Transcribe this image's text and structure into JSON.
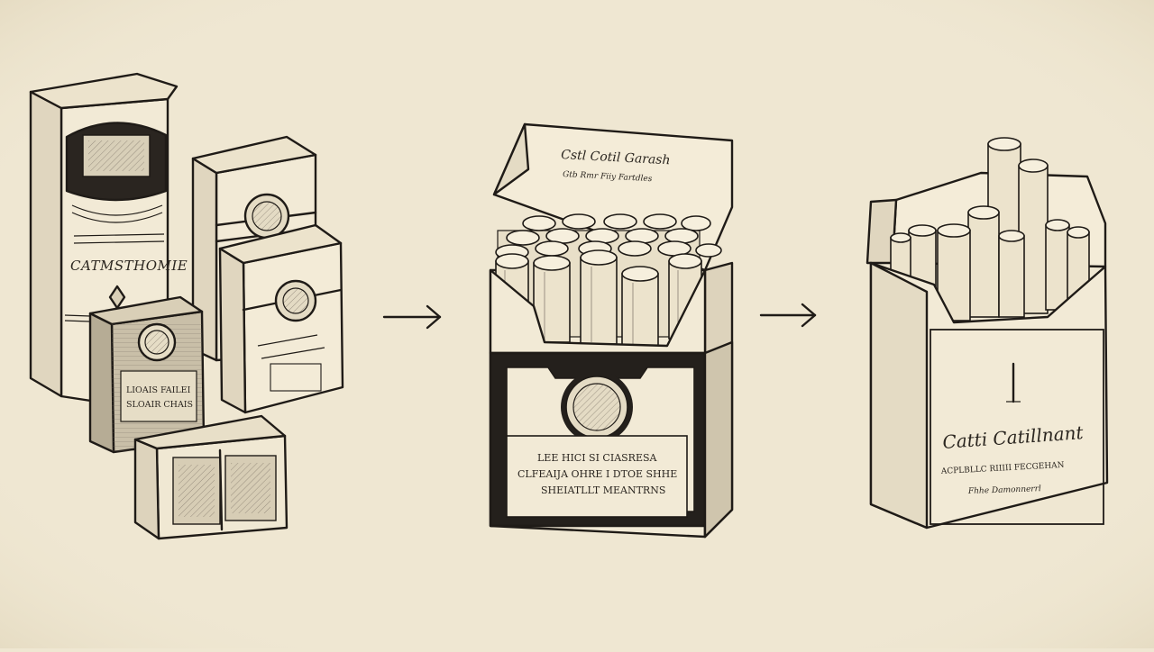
{
  "scene": {
    "background_color": "#efe7d2",
    "ink_color": "#1f1b17",
    "paper_color": "#f4ecd8",
    "shade_color": "#d9cfb7",
    "dark_band_color": "#24201c",
    "arrow_icon": "right-arrow"
  },
  "packs": {
    "stack_a": {
      "brand": "CATMSTHOMIE"
    },
    "stack_c": {
      "line1": "LIOAIS FAILEI",
      "line2": "SLOAIR CHAIS"
    },
    "middle": {
      "lid_line1": "Cstl Cotil Garash",
      "lid_line2": "Gtb Rmr Fiiy Fartdles",
      "label_line1": "LEE HICI SI CIASRESA",
      "label_line2": "CLFEAIJA OHRE I DTOE SHHE",
      "label_line3": "SHEIATLLT MEANTRNS"
    },
    "right": {
      "label_title": "Catti Catillnant",
      "label_line2": "ACPLBLLC RIIIII FECGEHAN",
      "label_line3": "Fhhe Damonnerrl"
    }
  }
}
